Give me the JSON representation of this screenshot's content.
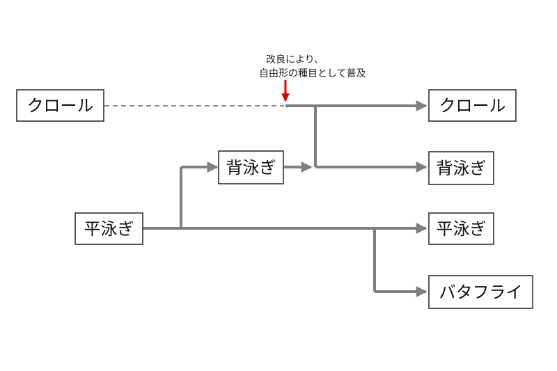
{
  "nodes": {
    "crawl_old": "クロール",
    "backstroke_mid": "背泳ぎ",
    "breaststroke_old": "平泳ぎ",
    "crawl_new": "クロール",
    "backstroke_new": "背泳ぎ",
    "breaststroke_new": "平泳ぎ",
    "butterfly": "バタフライ"
  },
  "annotation": {
    "line1": "改良により、",
    "line2": "自由形の種目として普及"
  },
  "colors": {
    "flow": "#7f7f7f",
    "dashed": "#8a8a8a",
    "accent_arrow": "#e00000",
    "box_border": "#222222"
  }
}
